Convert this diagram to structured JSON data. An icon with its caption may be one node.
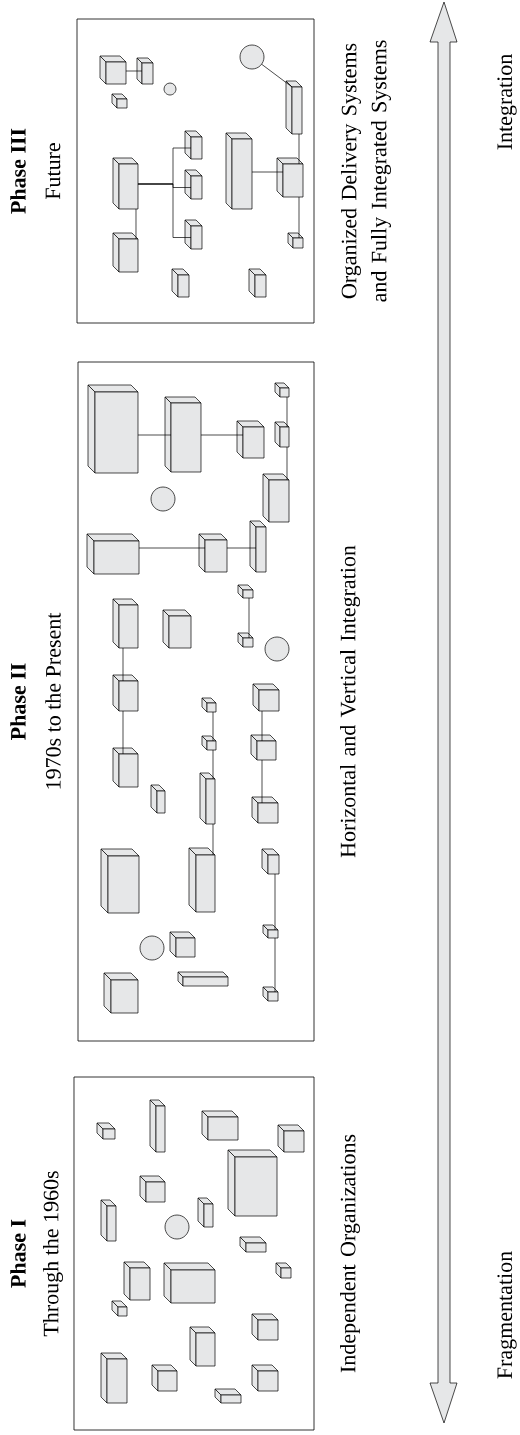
{
  "diagram": {
    "nodes": [
      {
        "text": [
          "Phase I",
          "Through the 1960s"
        ],
        "beside": [
          "Independent Organizations"
        ]
      },
      {
        "text": [
          "Phase II",
          "1970s to the Present"
        ],
        "beside": [
          "Horizontal and Vertical Integration"
        ]
      },
      {
        "text": [
          "Phase III",
          "Future"
        ],
        "beside": [
          "Organized Delivery Systems and Fully Integrated Systems"
        ]
      },
      {
        "text": [],
        "shape": "box",
        "in": 1
      },
      {
        "text": [],
        "shape": "box",
        "in": 1
      },
      {
        "text": [],
        "shape": "box",
        "in": 1
      },
      {
        "text": [],
        "shape": "box",
        "in": 1
      },
      {
        "text": [],
        "shape": "box",
        "in": 1
      },
      {
        "text": [],
        "shape": "box",
        "in": 1
      },
      {
        "text": [],
        "shape": "box",
        "in": 1
      },
      {
        "text": [],
        "shape": "box",
        "in": 1
      },
      {
        "text": [],
        "shape": "box",
        "in": 1
      },
      {
        "text": [],
        "shape": "box",
        "in": 1
      },
      {
        "text": [],
        "shape": "box",
        "in": 1
      },
      {
        "text": [],
        "shape": "box",
        "in": 1
      },
      {
        "text": [],
        "shape": "box",
        "in": 1
      },
      {
        "text": [],
        "shape": "box",
        "in": 1
      },
      {
        "text": [],
        "shape": "box",
        "in": 1
      },
      {
        "text": [],
        "shape": "box",
        "in": 1
      },
      {
        "text": [],
        "shape": "box",
        "in": 1
      },
      {
        "text": [],
        "shape": "box",
        "in": 1
      },
      {
        "text": [],
        "shape": "box",
        "in": 1
      },
      {
        "text": [],
        "shape": "box",
        "in": 1
      },
      {
        "text": [],
        "shape": "box",
        "in": 1
      },
      {
        "text": [],
        "shape": "box",
        "in": 1
      },
      {
        "text": [],
        "shape": "box",
        "in": 1
      },
      {
        "text": [],
        "shape": "box",
        "in": 1
      },
      {
        "text": [],
        "shape": "box",
        "in": 2
      },
      {
        "text": [],
        "shape": "box",
        "in": 2
      },
      {
        "text": [],
        "shape": "circle",
        "in": 2
      },
      {
        "text": [],
        "shape": "box",
        "in": 2
      },
      {
        "text": [],
        "shape": "box",
        "in": 2
      },
      {
        "text": [],
        "shape": "box",
        "in": 2
      },
      {
        "text": [],
        "shape": "box",
        "in": 2
      },
      {
        "text": [],
        "shape": "box",
        "in": 2
      },
      {
        "text": [],
        "shape": "box",
        "in": 2
      },
      {
        "text": [],
        "shape": "box",
        "in": 2
      },
      {
        "text": [],
        "shape": "box",
        "in": 2
      },
      {
        "text": [],
        "shape": "box",
        "in": 2
      },
      {
        "text": [],
        "shape": "box",
        "in": 1
      },
      {
        "text": [],
        "shape": "box",
        "in": 1
      },
      {
        "text": [],
        "shape": "box",
        "in": 1
      },
      {
        "text": [],
        "shape": "box",
        "in": 1
      },
      {
        "text": [],
        "shape": "box",
        "in": 1
      },
      {
        "text": [],
        "shape": "box",
        "in": 1
      },
      {
        "text": [],
        "shape": "circle",
        "in": 1
      },
      {
        "text": [],
        "shape": "circle",
        "in": 1
      },
      {
        "text": [],
        "shape": "circle",
        "in": 1
      },
      {
        "text": [],
        "shape": "box",
        "in": 2
      },
      {
        "text": [],
        "shape": "box",
        "in": 2
      },
      {
        "text": [],
        "shape": "box",
        "in": 2
      },
      {
        "text": [],
        "shape": "circle",
        "in": 2
      },
      {
        "text": [],
        "shape": "box",
        "in": 0
      },
      {
        "text": [],
        "shape": "box",
        "in": 0
      },
      {
        "text": [],
        "shape": "box",
        "in": 0
      },
      {
        "text": [],
        "shape": "box",
        "in": 0
      },
      {
        "text": [],
        "shape": "box",
        "in": 0
      },
      {
        "text": [],
        "shape": "box",
        "in": 0
      },
      {
        "text": [],
        "shape": "box",
        "in": 0
      },
      {
        "text": [],
        "shape": "box",
        "in": 0
      },
      {
        "text": [],
        "shape": "box",
        "in": 0
      },
      {
        "text": [],
        "shape": "box",
        "in": 0
      },
      {
        "text": [],
        "shape": "box",
        "in": 0
      },
      {
        "text": [],
        "shape": "box",
        "in": 0
      },
      {
        "text": [],
        "shape": "box",
        "in": 0
      },
      {
        "text": [],
        "shape": "box",
        "in": 0
      },
      {
        "text": [],
        "shape": "box",
        "in": 0
      },
      {
        "text": [],
        "shape": "box",
        "in": 0
      },
      {
        "text": [],
        "shape": "box",
        "in": 0
      },
      {
        "text": [],
        "shape": "box",
        "in": 0
      },
      {
        "text": [],
        "shape": "box",
        "in": 0
      },
      {
        "text": [],
        "shape": "circle",
        "in": 0
      }
    ],
    "edges": [
      {
        "from": 3,
        "to": 4,
        "arrow": "none"
      },
      {
        "from": 4,
        "to": 5,
        "arrow": "none"
      },
      {
        "from": 6,
        "to": 7,
        "arrow": "none"
      },
      {
        "from": 7,
        "to": 8,
        "arrow": "none"
      },
      {
        "from": 9,
        "to": 10,
        "arrow": "none"
      },
      {
        "from": 10,
        "to": 11,
        "arrow": "none"
      },
      {
        "from": 12,
        "to": 13,
        "arrow": "none"
      },
      {
        "from": 14,
        "to": 15,
        "arrow": "none"
      },
      {
        "from": 15,
        "to": 16,
        "arrow": "none"
      },
      {
        "from": 17,
        "to": 18,
        "arrow": "none"
      },
      {
        "from": 18,
        "to": 19,
        "arrow": "none"
      },
      {
        "from": 19,
        "to": 20,
        "arrow": "none"
      },
      {
        "from": 21,
        "to": 22,
        "arrow": "none"
      },
      {
        "from": 22,
        "to": 23,
        "arrow": "none"
      },
      {
        "from": 24,
        "to": 25,
        "arrow": "none"
      },
      {
        "from": 25,
        "to": 26,
        "arrow": "none"
      },
      {
        "from": 27,
        "to": 28,
        "arrow": "none"
      },
      {
        "from": 29,
        "to": 30,
        "arrow": "none"
      },
      {
        "from": 31,
        "to": 32,
        "arrow": "none"
      },
      {
        "from": 31,
        "to": 33,
        "arrow": "none"
      },
      {
        "from": 31,
        "to": 34,
        "arrow": "none"
      },
      {
        "from": 31,
        "to": 35,
        "arrow": "none"
      },
      {
        "from": 36,
        "to": 37,
        "arrow": "none"
      },
      {
        "from": 30,
        "to": 37,
        "arrow": "none"
      },
      {
        "from": 37,
        "to": 38,
        "arrow": "none"
      }
    ],
    "labels": [
      "Fragmentation",
      "Integration"
    ]
  }
}
